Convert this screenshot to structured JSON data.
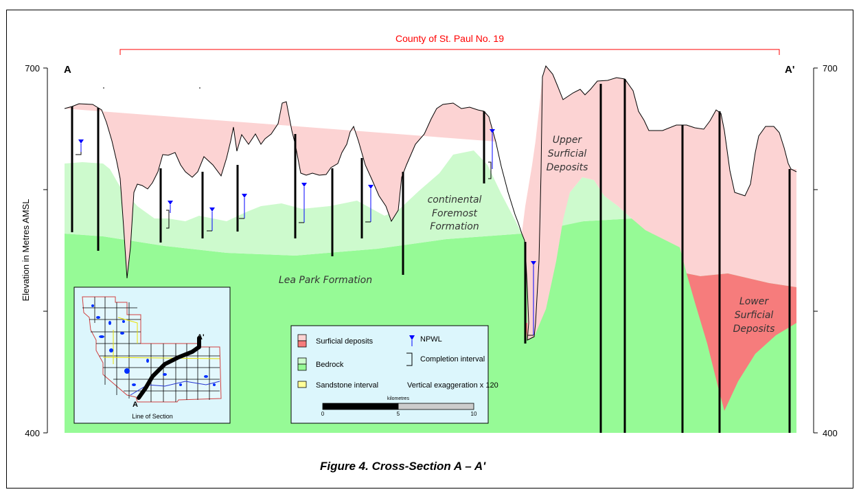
{
  "header": {
    "county_label": "County of St. Paul No. 19"
  },
  "section": {
    "start_label": "A",
    "end_label": "A'"
  },
  "axis": {
    "left_title": "Elevation in Metres AMSL",
    "left_top": "700",
    "left_bottom": "400",
    "right_top": "700",
    "right_bottom": "400"
  },
  "units": {
    "upper": [
      "Upper",
      "Surficial",
      "Deposits"
    ],
    "continental": [
      "continental",
      "Foremost",
      "Formation"
    ],
    "lea_park": "Lea Park Formation",
    "lower": [
      "Lower",
      "Surficial",
      "Deposits"
    ]
  },
  "inset": {
    "caption": "Line of Section",
    "label_a": "A",
    "label_a_prime": "A'"
  },
  "legend": {
    "surficial": "Surficial deposits",
    "bedrock": "Bedrock",
    "sandstone": "Sandstone interval",
    "npwl": "NPWL",
    "completion": "Completion interval",
    "exaggeration": "Vertical exaggeration x 120",
    "scale_title": "kilometres",
    "scale_0": "0",
    "scale_5": "5",
    "scale_10": "10"
  },
  "figure": {
    "caption": "Figure 4. Cross-Section A – A'"
  },
  "colors": {
    "surficial_upper": "#fcd3d3",
    "surficial_lower": "#f67c7c",
    "bedrock_light": "#cdfacd",
    "bedrock": "#96fa96",
    "sandstone": "#ffff99",
    "npwl": "#0000ff",
    "county_bracket": "#ff0000",
    "map_background": "#dcf6fc",
    "legend_background": "#dcf6fc"
  }
}
